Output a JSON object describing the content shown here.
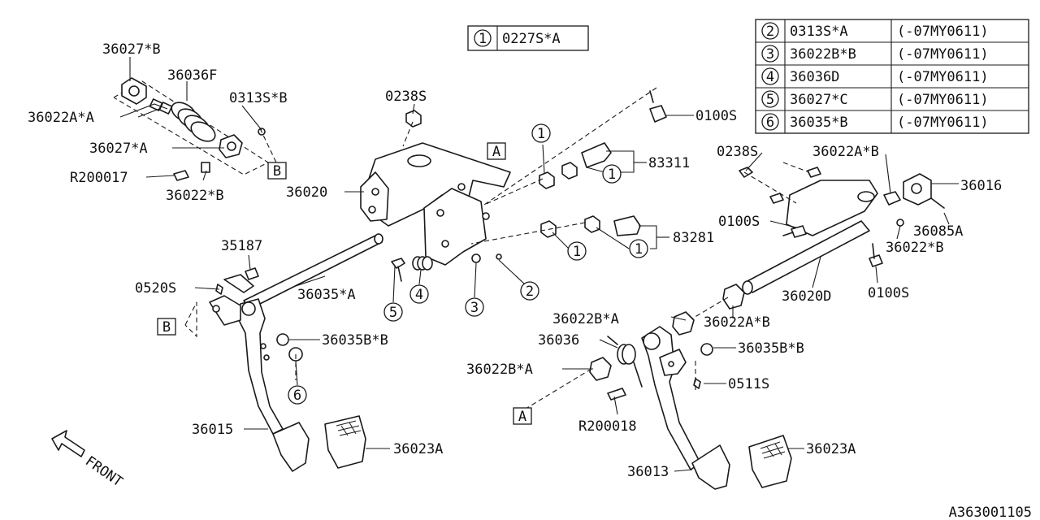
{
  "diagram_id": "A363001105",
  "front_label": "FRONT",
  "reference_markers": {
    "a": "A",
    "b": "B"
  },
  "top_table": {
    "num": "1",
    "part": "0227S*A"
  },
  "right_table": [
    {
      "num": "2",
      "part": "0313S*A",
      "range": "(-07MY0611)"
    },
    {
      "num": "3",
      "part": "36022B*B",
      "range": "(-07MY0611)"
    },
    {
      "num": "4",
      "part": "36036D",
      "range": "(-07MY0611)"
    },
    {
      "num": "5",
      "part": "36027*C",
      "range": "(-07MY0611)"
    },
    {
      "num": "6",
      "part": "36035*B",
      "range": "(-07MY0611)"
    }
  ],
  "callout_numbers": {
    "c1": "1",
    "c2": "2",
    "c3": "3",
    "c4": "4",
    "c5": "5",
    "c6": "6"
  },
  "labels": {
    "p36027B": "36027*B",
    "p36036F": "36036F",
    "p0313SB": "0313S*B",
    "p36022AA": "36022A*A",
    "p36027A": "36027*A",
    "pR200017": "R200017",
    "p36022B_left": "36022*B",
    "p0238S_top": "0238S",
    "p36020": "36020",
    "p0100S_top": "0100S",
    "p83311": "83311",
    "p83281": "83281",
    "p35187": "35187",
    "p0520S": "0520S",
    "p36035A": "36035*A",
    "p36035BB_left": "36035B*B",
    "p36015": "36015",
    "p36023A_left": "36023A",
    "p0238S_right": "0238S",
    "p36022AB_top": "36022A*B",
    "p36016": "36016",
    "p0100S_mid": "0100S",
    "p36085A": "36085A",
    "p36022B_right": "36022*B",
    "p0100S_bottom": "0100S",
    "p36020D": "36020D",
    "p36022AB_bottom": "36022A*B",
    "p36022BA_top": "36022B*A",
    "p36036": "36036",
    "p36035BB_right": "36035B*B",
    "p36022BA_bottom": "36022B*A",
    "p0511S": "0511S",
    "pR200018": "R200018",
    "p36013": "36013",
    "p36023A_right": "36023A"
  }
}
